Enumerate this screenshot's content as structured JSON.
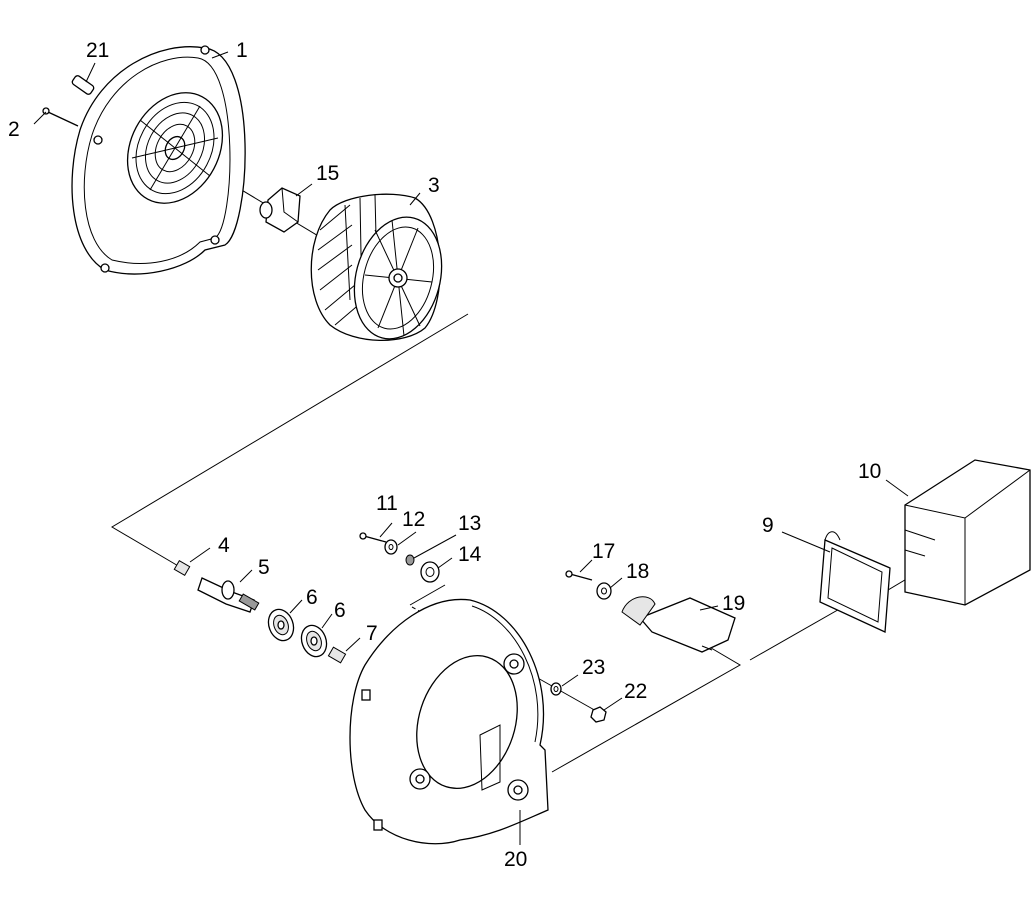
{
  "diagram": {
    "callouts": {
      "p1": "1",
      "p2": "2",
      "p3": "3",
      "p4": "4",
      "p5": "5",
      "p6a": "6",
      "p6b": "6",
      "p7": "7",
      "p9": "9",
      "p10": "10",
      "p11": "11",
      "p12": "12",
      "p13": "13",
      "p14": "14",
      "p15": "15",
      "p17": "17",
      "p18": "18",
      "p19": "19",
      "p20": "20",
      "p21": "21",
      "p22": "22",
      "p23": "23"
    }
  }
}
